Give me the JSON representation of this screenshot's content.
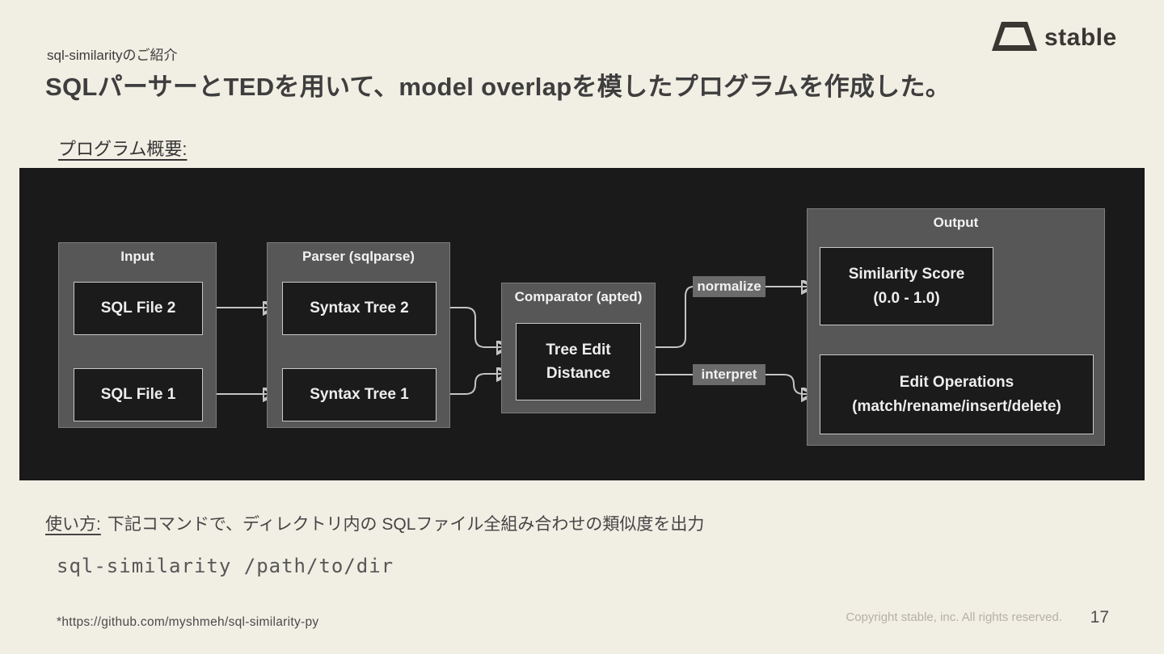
{
  "slide": {
    "kicker": "sql-similarityのご紹介",
    "title": "SQLパーサーとTEDを用いて、model overlapを模したプログラムを作成した。",
    "section_label": "プログラム概要:",
    "usage": {
      "label": "使い方:",
      "text": "下記コマンドで、ディレクトリ内の SQLファイル全組み合わせの類似度を出力"
    },
    "command": "sql-similarity /path/to/dir",
    "footnote": "*https://github.com/myshmeh/sql-similarity-py",
    "footer": {
      "copyright": "Copyright stable, inc. All rights reserved.",
      "page_number": "17"
    }
  },
  "logo": {
    "brand": "stable"
  },
  "diagram": {
    "input": {
      "title": "Input",
      "box1": "SQL File 2",
      "box2": "SQL File 1"
    },
    "parser": {
      "title": "Parser (sqlparse)",
      "box1": "Syntax Tree 2",
      "box2": "Syntax Tree 1"
    },
    "comparator": {
      "title": "Comparator (apted)",
      "box_line1": "Tree Edit",
      "box_line2": "Distance"
    },
    "output": {
      "title": "Output",
      "score_line1": "Similarity Score",
      "score_line2": "(0.0 - 1.0)",
      "ops_line1": "Edit Operations",
      "ops_line2": "(match/rename/insert/delete)"
    },
    "edge_labels": {
      "normalize": "normalize",
      "interpret": "interpret"
    }
  },
  "colors": {
    "slide_bg": "#f1eee4",
    "diagram_bg": "#1a1a1a",
    "panel_bg": "#575757",
    "box_bg": "#1b1b1b",
    "box_border": "#c9c9c9",
    "connector": "#c4c4c4",
    "badge_bg": "#6b6b6b",
    "title_text": "#3e3e3e",
    "diagram_text": "#ededed",
    "copyright_text": "#b6b0a5"
  }
}
